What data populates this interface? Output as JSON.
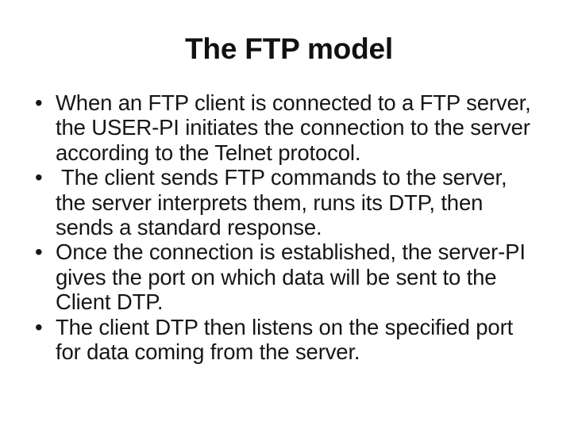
{
  "slide": {
    "title": "The FTP model",
    "background_color": "#ffffff",
    "text_color": "#161616",
    "bullet_glyph": "•",
    "bullets": [
      {
        "marker": "•",
        "leading_space": "",
        "text": "When an FTP client is connected to a FTP server,\nthe USER-PI initiates the connection to the server\naccording to the Telnet protocol."
      },
      {
        "marker": "•",
        "leading_space": " ",
        "text": "The client sends FTP commands to the server,\nthe server interprets them, runs its DTP, then\nsends a standard response."
      },
      {
        "marker": "•",
        "leading_space": "",
        "text": "Once the connection is established, the server-PI\ngives the port on which data will be sent to the\nClient DTP."
      },
      {
        "marker": "•",
        "leading_space": "",
        "text": "The client DTP then listens on the specified port\nfor data coming from the server."
      }
    ]
  }
}
